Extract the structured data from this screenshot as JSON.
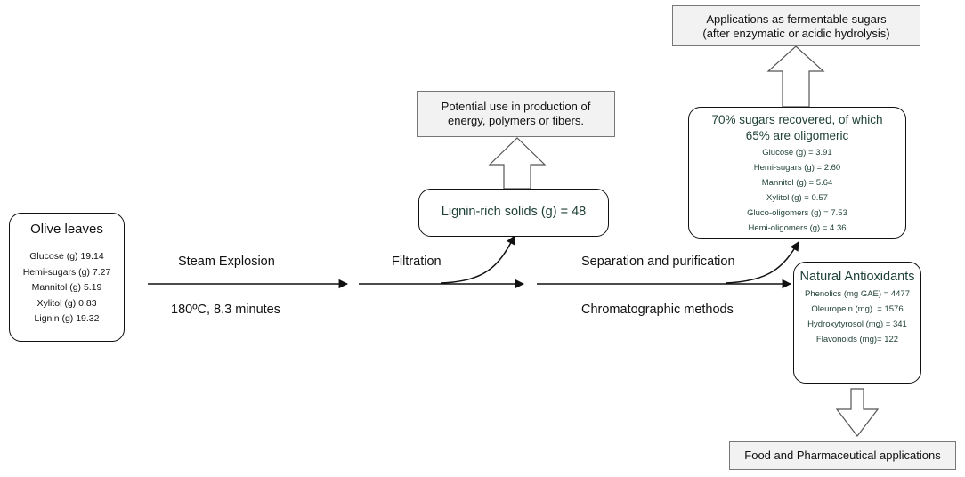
{
  "olive": {
    "title": "Olive leaves",
    "items": [
      "Glucose (g) 19.14",
      "Hemi-sugars (g) 7.27",
      "Mannitol (g) 5.19",
      "Xylitol (g) 0.83",
      "Lignin (g) 19.32"
    ]
  },
  "steps": {
    "steam": "Steam Explosion",
    "conditions": "180ºC, 8.3 minutes",
    "filtration": "Filtration",
    "separation": "Separation and purification",
    "chromatographic": "Chromatographic methods"
  },
  "lignin": {
    "label": "Lignin-rich solids (g) = 48",
    "use_line1": "Potential use in production of",
    "use_line2": "energy, polymers or fibers."
  },
  "sugars": {
    "title_line1": "70% sugars recovered, of which",
    "title_line2": "65% are oligomeric",
    "items": [
      "Glucose (g) = 3.91",
      "Hemi-sugars (g) = 2.60",
      "Mannitol (g) = 5.64",
      "Xylitol (g) = 0.57",
      "Gluco-oligomers (g) = 7.53",
      "Hemi-oligomers (g) = 4.36"
    ],
    "app_line1": "Applications as fermentable sugars",
    "app_line2": "(after enzymatic or acidic hydrolysis)"
  },
  "antioxidants": {
    "title": "Natural Antioxidants",
    "items": [
      "Phenolics (mg GAE) = 4477",
      "Oleuropein (mg)  = 1576",
      "Hydroxytyrosol (mg) = 341",
      "Flavonoids (mg)= 122"
    ],
    "app": "Food and Pharmaceutical applications"
  },
  "colors": {
    "green_text": "#1d3f36",
    "gray_fill": "#f2f2f2"
  }
}
